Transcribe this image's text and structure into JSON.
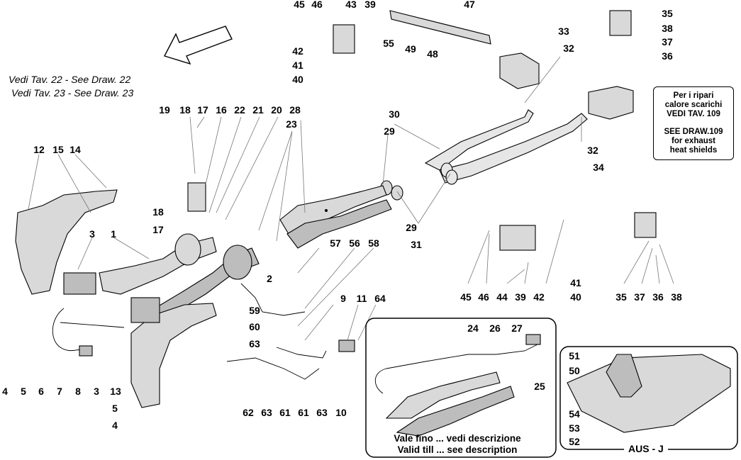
{
  "references": {
    "line1": "Vedi Tav. 22 - See Draw. 22",
    "line2": "Vedi Tav. 23 - See Draw. 23"
  },
  "note": {
    "it_line1": "Per i ripari",
    "it_line2": "calore scarichi",
    "it_line3": "VEDI TAV. 109",
    "en_line1": "SEE DRAW.109",
    "en_line2": "for exhaust",
    "en_line3": "heat shields"
  },
  "inset_caption": {
    "it": "Vale fino ... vedi descrizione",
    "en": "Valid till ... see description"
  },
  "aus_label": "AUS - J",
  "callouts": {
    "top_group": [
      "45",
      "46",
      "43",
      "39",
      "47",
      "35",
      "55",
      "49",
      "48",
      "38",
      "42",
      "33",
      "32",
      "37",
      "41",
      "36",
      "40"
    ],
    "left_group": [
      "19",
      "18",
      "17",
      "16",
      "22",
      "21",
      "20",
      "28",
      "23",
      "12",
      "15",
      "14",
      "30",
      "29",
      "18",
      "17",
      "3",
      "1",
      "2",
      "57",
      "56",
      "58"
    ],
    "middle_group": [
      "32",
      "34",
      "29",
      "31",
      "59",
      "60",
      "63",
      "9",
      "11",
      "64"
    ],
    "right_group": [
      "45",
      "46",
      "44",
      "39",
      "42",
      "41",
      "40",
      "35",
      "37",
      "36",
      "38"
    ],
    "bottom_left": [
      "4",
      "5",
      "6",
      "7",
      "8",
      "3",
      "13",
      "5",
      "4"
    ],
    "bottom_middle": [
      "62",
      "63",
      "61",
      "61",
      "63",
      "10"
    ],
    "inset_parts": [
      "24",
      "26",
      "27",
      "25"
    ],
    "aus_parts": [
      "51",
      "50",
      "54",
      "53",
      "52"
    ]
  }
}
